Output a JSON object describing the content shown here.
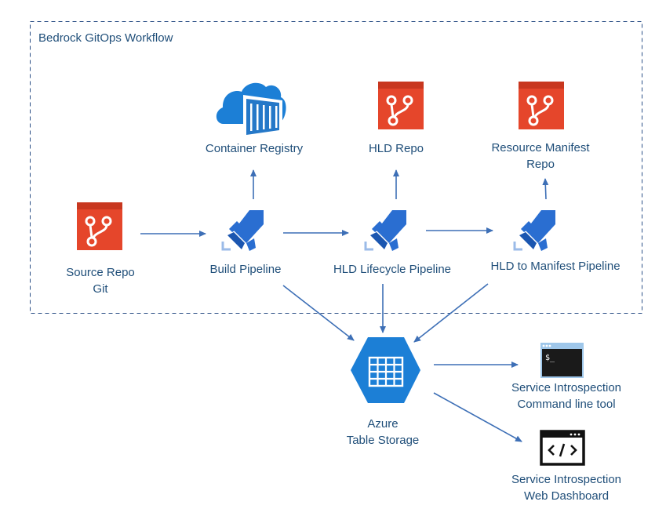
{
  "frame": {
    "title": "Bedrock GitOps Workflow"
  },
  "nodes": {
    "container_registry": {
      "label": "Container Registry",
      "icon": "container-registry-icon"
    },
    "hld_repo": {
      "label": "HLD Repo",
      "icon": "repo-icon"
    },
    "resource_manifest_repo": {
      "line1": "Resource Manifest",
      "line2": "Repo",
      "icon": "repo-icon"
    },
    "source_repo": {
      "line1": "Source Repo",
      "line2": "Git",
      "icon": "repo-icon"
    },
    "build_pipeline": {
      "label": "Build Pipeline",
      "icon": "pipeline-icon"
    },
    "hld_lifecycle_pipeline": {
      "label": "HLD Lifecycle Pipeline",
      "icon": "pipeline-icon"
    },
    "hld_manifest_pipeline": {
      "label": "HLD to Manifest Pipeline",
      "icon": "pipeline-icon"
    },
    "table_storage": {
      "line1": "Azure",
      "line2": "Table Storage",
      "icon": "table-storage-icon"
    },
    "cli_tool": {
      "line1": "Service Introspection",
      "line2": "Command line tool",
      "icon": "terminal-icon",
      "prompt": "$_"
    },
    "web_dashboard": {
      "line1": "Service Introspection",
      "line2": "Web Dashboard",
      "icon": "code-window-icon"
    }
  },
  "colors": {
    "label": "#1f4e79",
    "arrow": "#3d6fb6",
    "repo": "#e5462b",
    "pipeline": "#2a6ed1",
    "azure": "#1c7fd6",
    "frame_border": "#2b4f86"
  }
}
